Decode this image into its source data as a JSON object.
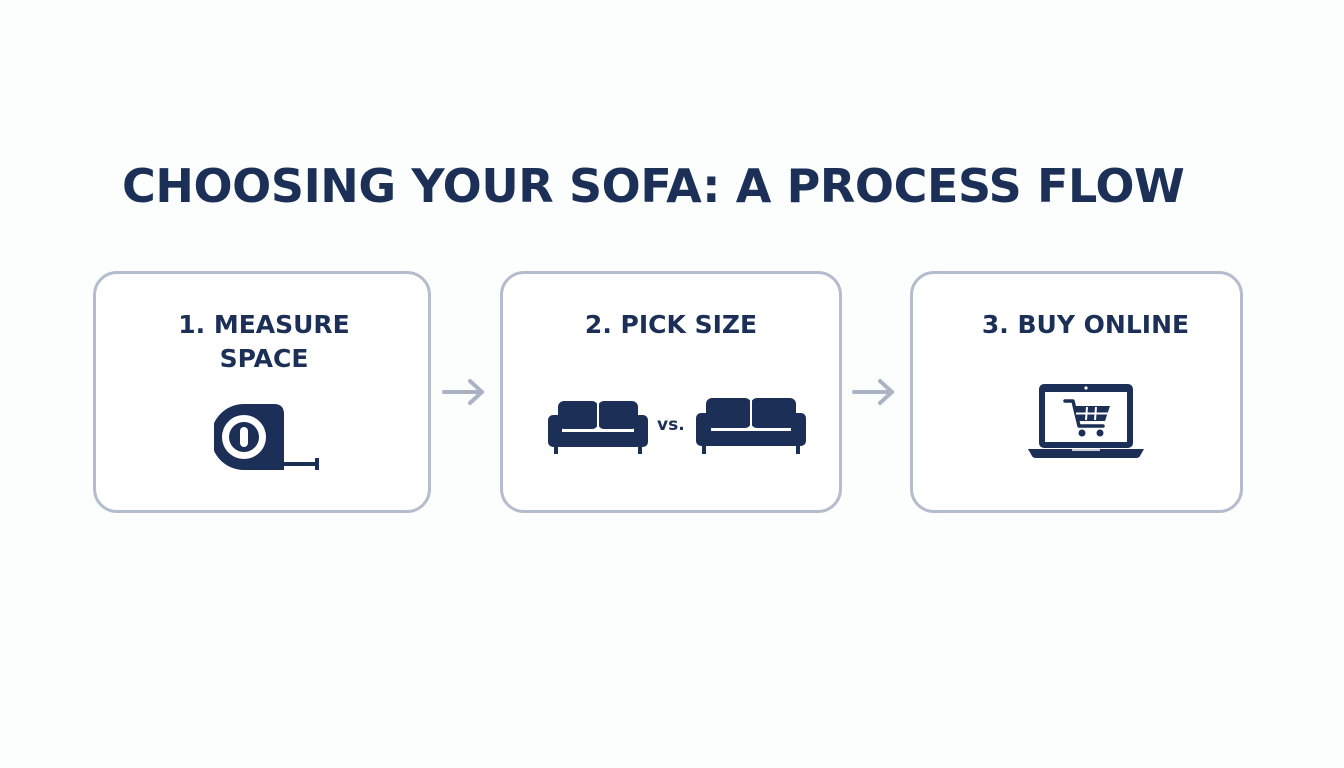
{
  "title": "CHOOSING YOUR SOFA: A PROCESS FLOW",
  "colors": {
    "primary": "#1b2f57",
    "border": "#b4bdcd",
    "arrow": "#a9b3c4",
    "background": "#fcfdfd"
  },
  "steps": [
    {
      "label": "1. MEASURE SPACE",
      "icon": "tape-measure-icon"
    },
    {
      "label": "2. PICK SIZE",
      "icon": "sofa-comparison-icon",
      "comparison_text": "vs."
    },
    {
      "label": "3. BUY ONLINE",
      "icon": "laptop-cart-icon"
    }
  ],
  "connectors": [
    {
      "from": "1. MEASURE SPACE",
      "to": "2. PICK SIZE",
      "icon": "arrow-right-icon"
    },
    {
      "from": "2. PICK SIZE",
      "to": "3. BUY ONLINE",
      "icon": "arrow-right-icon"
    }
  ]
}
